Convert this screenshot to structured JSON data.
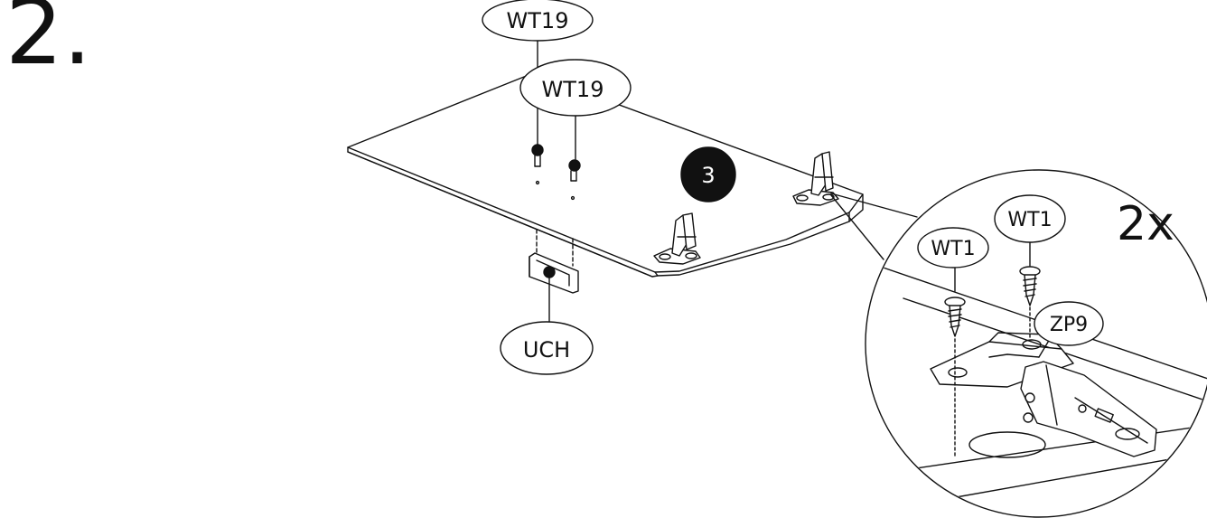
{
  "step": {
    "number": "2."
  },
  "panel_badge": "3",
  "quantity": "2x",
  "part_labels": {
    "wt19_top": "WT19",
    "wt19_second": "WT19",
    "uch": "UCH",
    "wt1_left": "WT1",
    "wt1_right": "WT1",
    "zp9": "ZP9"
  }
}
